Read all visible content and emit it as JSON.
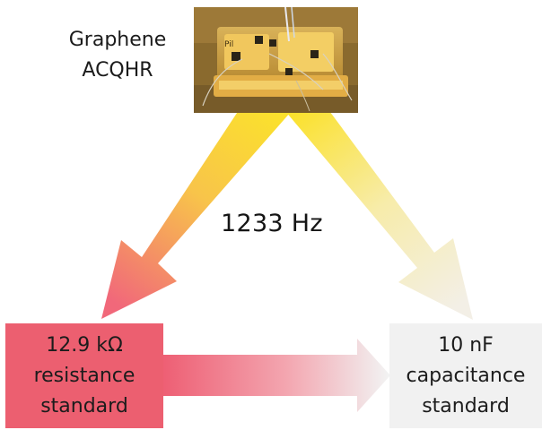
{
  "photo": {
    "label_lines": [
      "Graphene",
      "ACQHR"
    ],
    "palette": {
      "board": "#e7b64a",
      "board_light": "#f6d46e",
      "background": "#8a6a2e"
    }
  },
  "frequency_label": "1233 Hz",
  "boxes": {
    "resistance": {
      "lines": [
        "12.9 kΩ",
        "resistance",
        "standard"
      ],
      "color": "#ec5f70"
    },
    "capacitance": {
      "lines": [
        "10 nF",
        "capacitance",
        "standard"
      ],
      "color": "#f1f1f1"
    }
  },
  "arrows": {
    "from_color": "#fbe12d",
    "resistance_end_color": "#f1687a",
    "capacitance_end_color": "#f3efe6",
    "bottom_start_color": "#ee5f74",
    "bottom_end_color": "#f2f2f2"
  }
}
